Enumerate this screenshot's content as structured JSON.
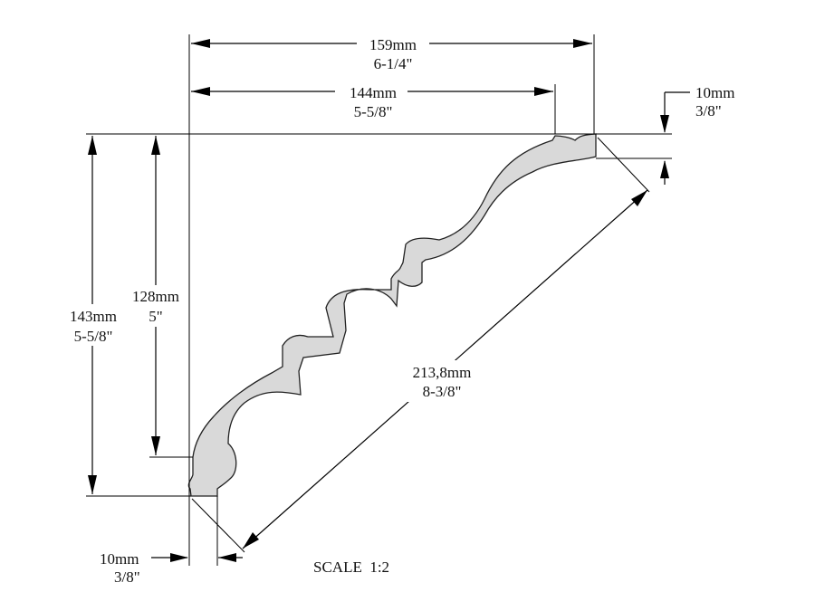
{
  "dimensions": {
    "overall_width": {
      "mm": "159mm",
      "in": "6-1/4\""
    },
    "back_width": {
      "mm": "144mm",
      "in": "5-5/8\""
    },
    "top_lip": {
      "mm": "10mm",
      "in": "3/8\""
    },
    "overall_height": {
      "mm": "143mm",
      "in": "5-5/8\""
    },
    "back_height": {
      "mm": "128mm",
      "in": "5\""
    },
    "diagonal": {
      "mm": "213,8mm",
      "in": "8-3/8\""
    },
    "bottom_lip": {
      "mm": "10mm",
      "in": "3/8\""
    }
  },
  "scale_label": "SCALE  1:2",
  "colors": {
    "profile_fill": "#d9d9d9",
    "line": "#000000"
  }
}
